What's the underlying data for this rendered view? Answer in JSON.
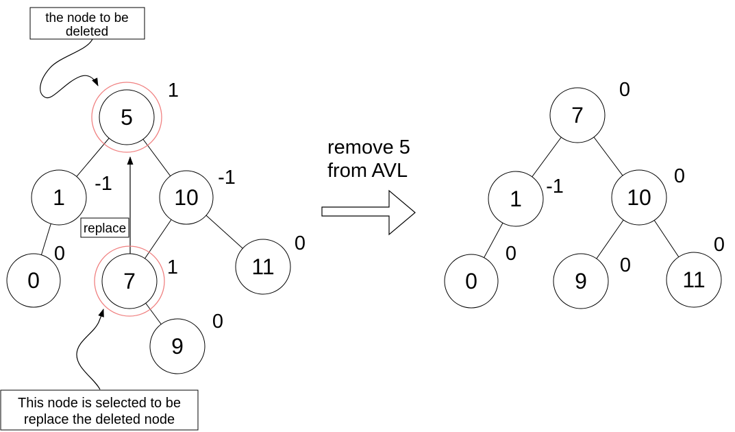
{
  "annotations": {
    "top_box": {
      "line1": "the node to be",
      "line2": "deleted"
    },
    "bottom_box": {
      "line1": "This node is selected to be",
      "line2": "replace the deleted node"
    },
    "replace_label": "replace",
    "transition": {
      "line1": "remove 5",
      "line2": "from AVL"
    }
  },
  "colors": {
    "highlight_ring": "#f08080",
    "stroke": "#000000",
    "node_fill": "#ffffff"
  },
  "left_tree": {
    "nodes": [
      {
        "value": "5",
        "balance": "1",
        "highlighted": true
      },
      {
        "value": "1",
        "balance": "-1",
        "highlighted": false
      },
      {
        "value": "10",
        "balance": "-1",
        "highlighted": false
      },
      {
        "value": "0",
        "balance": "0",
        "highlighted": false
      },
      {
        "value": "7",
        "balance": "1",
        "highlighted": true
      },
      {
        "value": "11",
        "balance": "0",
        "highlighted": false
      },
      {
        "value": "9",
        "balance": "0",
        "highlighted": false
      }
    ]
  },
  "right_tree": {
    "nodes": [
      {
        "value": "7",
        "balance": "0"
      },
      {
        "value": "1",
        "balance": "-1"
      },
      {
        "value": "10",
        "balance": "0"
      },
      {
        "value": "0",
        "balance": "0"
      },
      {
        "value": "9",
        "balance": "0"
      },
      {
        "value": "11",
        "balance": "0"
      }
    ]
  }
}
